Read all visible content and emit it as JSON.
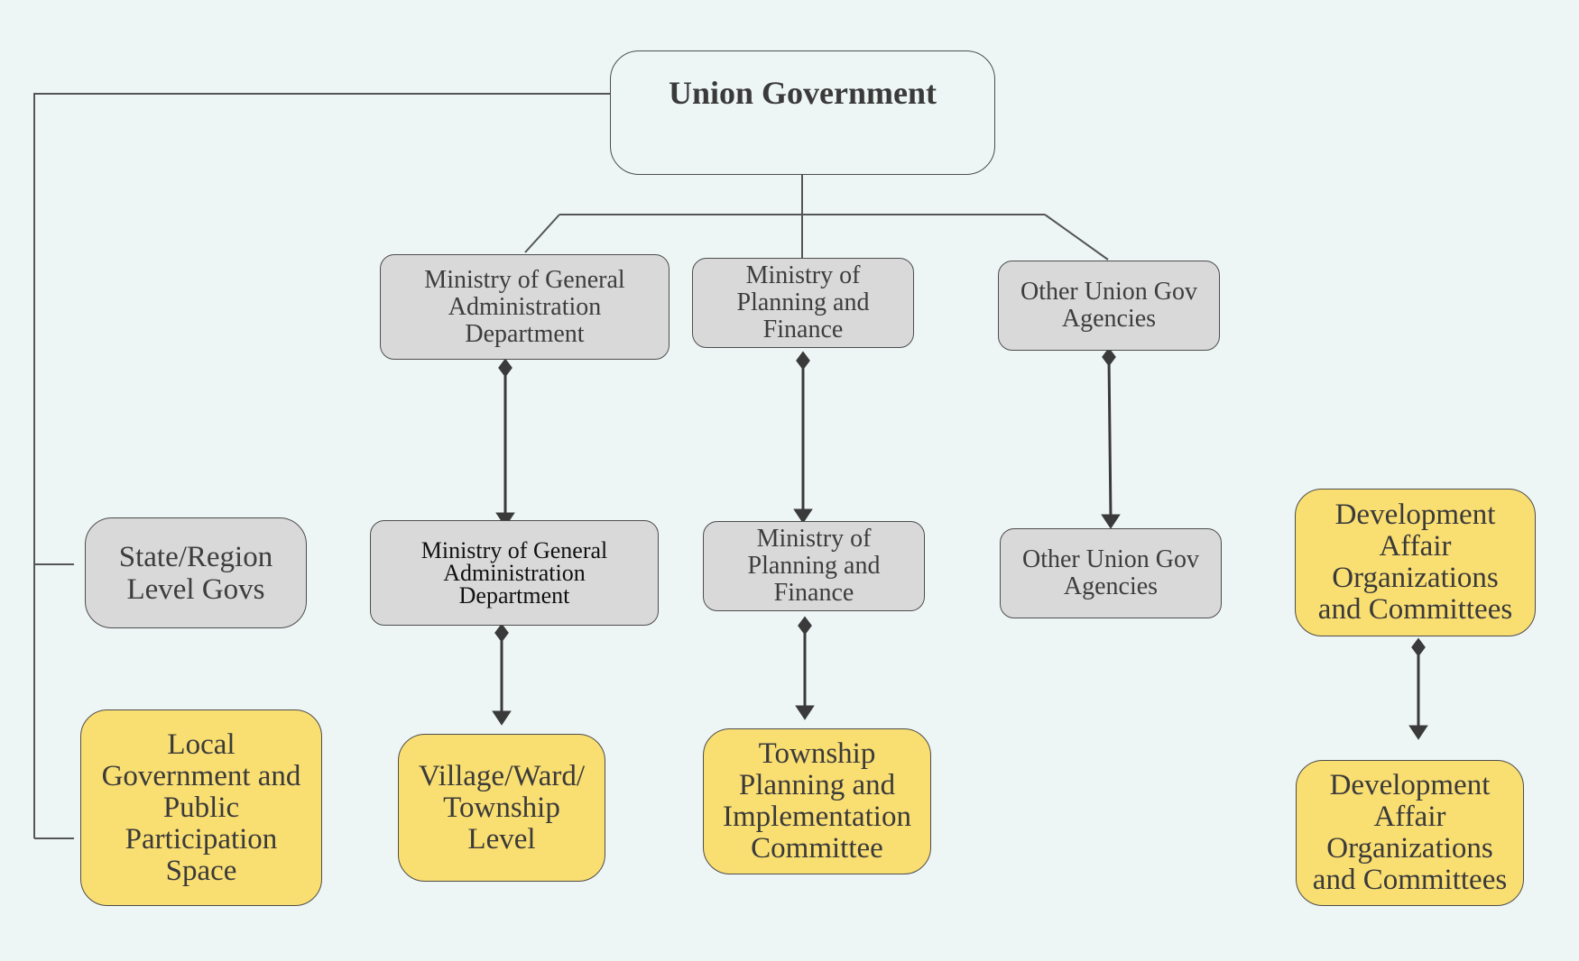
{
  "nodes": {
    "union_government": "Union Government",
    "mgad_top": "Ministry of General\nAdministration\nDepartment",
    "mpf_top": "Ministry of\nPlanning and\nFinance",
    "other_top": "Other Union Gov\nAgencies",
    "state_region": "State/Region\nLevel Govs",
    "mgad_mid": "Ministry of General\nAdministration\nDepartment",
    "mpf_mid": "Ministry of\nPlanning and\nFinance",
    "other_mid": "Other Union Gov\nAgencies",
    "dev_top": "Development\nAffair\nOrganizations\nand Committees",
    "local_gov": "Local\nGovernment and\nPublic\nParticipation\nSpace",
    "village_ward": "Village/Ward/\nTownship\nLevel",
    "township_committee": "Township\nPlanning and\nImplementation\nCommittee",
    "dev_bottom": "Development\nAffair\nOrganizations\nand Committees"
  },
  "colors": {
    "background": "#eef6f5",
    "gray_box": "#d9d9d9",
    "yellow_box": "#f9de72",
    "line": "#4d4d4d"
  }
}
